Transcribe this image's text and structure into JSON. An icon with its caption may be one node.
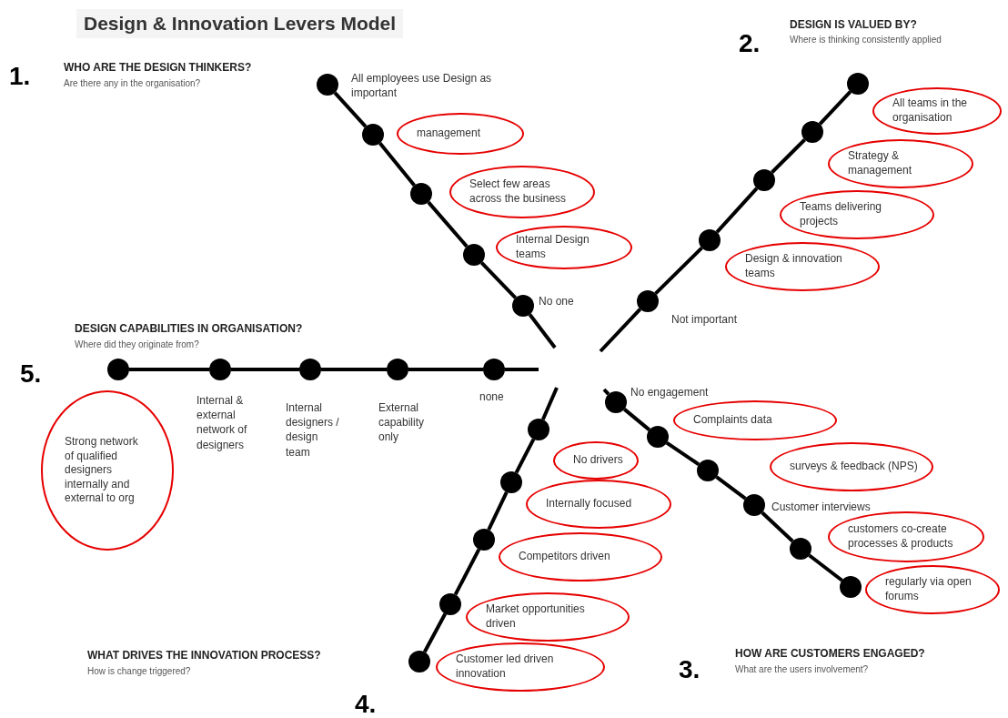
{
  "diagram": {
    "title": "Design & Innovation Levers Model",
    "nodes": [
      {
        "text": [],
        "shape": "circle",
        "beside": [
          "All employees use Design as important"
        ]
      },
      {
        "text": [],
        "shape": "circle"
      },
      {
        "text": [
          "management"
        ]
      },
      {
        "text": [],
        "shape": "circle"
      },
      {
        "text": [
          "Select few areas across the business"
        ]
      },
      {
        "text": [],
        "shape": "circle"
      },
      {
        "text": [
          "Internal Design teams"
        ]
      },
      {
        "text": [],
        "shape": "circle",
        "beside": [
          "No one"
        ]
      },
      {
        "text": [],
        "shape": "circle"
      },
      {
        "text": [
          "All teams in the organisation"
        ]
      },
      {
        "text": [],
        "shape": "circle"
      },
      {
        "text": [
          "Strategy & management"
        ]
      },
      {
        "text": [],
        "shape": "circle"
      },
      {
        "text": [
          "Teams delivering projects"
        ]
      },
      {
        "text": [],
        "shape": "circle"
      },
      {
        "text": [
          "Design & innovation teams"
        ]
      },
      {
        "text": [],
        "shape": "circle",
        "beside": [
          "Not important"
        ]
      },
      {
        "text": [],
        "shape": "circle"
      },
      {
        "text": [
          "Strong network of qualified designers internally and external to org"
        ]
      },
      {
        "text": [],
        "shape": "circle",
        "beside": [
          "Internal & external network of designers"
        ]
      },
      {
        "text": [],
        "shape": "circle",
        "beside": [
          "Internal designers / design team"
        ]
      },
      {
        "text": [],
        "shape": "circle",
        "beside": [
          "External capability only"
        ]
      },
      {
        "text": [],
        "shape": "circle",
        "beside": [
          "none"
        ]
      },
      {
        "text": [],
        "shape": "circle"
      },
      {
        "text": [
          "No drivers"
        ]
      },
      {
        "text": [],
        "shape": "circle"
      },
      {
        "text": [
          "Internally focused"
        ]
      },
      {
        "text": [],
        "shape": "circle"
      },
      {
        "text": [
          "Competitors driven"
        ]
      },
      {
        "text": [],
        "shape": "circle"
      },
      {
        "text": [
          "Market opportunities driven"
        ]
      },
      {
        "text": [],
        "shape": "circle"
      },
      {
        "text": [
          "Customer led driven innovation"
        ]
      },
      {
        "text": [],
        "shape": "circle",
        "beside": [
          "No engagement"
        ]
      },
      {
        "text": [],
        "shape": "circle"
      },
      {
        "text": [
          "Complaints data"
        ]
      },
      {
        "text": [],
        "shape": "circle"
      },
      {
        "text": [
          "surveys & feedback (NPS)"
        ]
      },
      {
        "text": [],
        "shape": "circle",
        "beside": [
          "Customer interviews"
        ]
      },
      {
        "text": [],
        "shape": "circle"
      },
      {
        "text": [
          "customers co-create processes & products"
        ]
      },
      {
        "text": [],
        "shape": "circle"
      },
      {
        "text": [
          "regularly via open forums"
        ]
      }
    ],
    "edges": [
      {
        "from": 0,
        "to": 1,
        "arrow": "none"
      },
      {
        "from": 1,
        "to": 3,
        "arrow": "none"
      },
      {
        "from": 3,
        "to": 5,
        "arrow": "none"
      },
      {
        "from": 5,
        "to": 7,
        "arrow": "none"
      },
      {
        "from": 7,
        "to": null,
        "arrow": "none"
      },
      {
        "from": 8,
        "to": 10,
        "arrow": "none"
      },
      {
        "from": 10,
        "to": 12,
        "arrow": "none"
      },
      {
        "from": 12,
        "to": 14,
        "arrow": "none"
      },
      {
        "from": 14,
        "to": 16,
        "arrow": "none"
      },
      {
        "from": 16,
        "to": null,
        "arrow": "none"
      },
      {
        "from": 17,
        "to": 19,
        "arrow": "none"
      },
      {
        "from": 19,
        "to": 20,
        "arrow": "none"
      },
      {
        "from": 20,
        "to": 21,
        "arrow": "none"
      },
      {
        "from": 21,
        "to": 22,
        "arrow": "none"
      },
      {
        "from": 22,
        "to": null,
        "arrow": "none"
      },
      {
        "from": 23,
        "to": null,
        "arrow": "none"
      },
      {
        "from": 23,
        "to": 25,
        "arrow": "none"
      },
      {
        "from": 25,
        "to": 27,
        "arrow": "none"
      },
      {
        "from": 27,
        "to": 29,
        "arrow": "none"
      },
      {
        "from": 29,
        "to": 31,
        "arrow": "none"
      },
      {
        "from": 33,
        "to": null,
        "arrow": "none"
      },
      {
        "from": 33,
        "to": 34,
        "arrow": "none"
      },
      {
        "from": 34,
        "to": 36,
        "arrow": "none"
      },
      {
        "from": 36,
        "to": 38,
        "arrow": "none"
      },
      {
        "from": 38,
        "to": 39,
        "arrow": "none"
      },
      {
        "from": 39,
        "to": 41,
        "arrow": "none"
      }
    ],
    "labels": [
      "1.",
      "WHO ARE THE DESIGN THINKERS?",
      "Are there any in the organisation?",
      "DESIGN IS VALUED BY?",
      "Where is thinking consistently applied",
      "2.",
      "DESIGN CAPABILITIES IN ORGANISATION?",
      "Where did they originate from?",
      "5.",
      "WHAT DRIVES THE INNOVATION PROCESS?",
      "How is change triggered?",
      "HOW ARE CUSTOMERS ENGAGED?",
      "What are the users involvement?",
      "3.",
      "4."
    ]
  }
}
